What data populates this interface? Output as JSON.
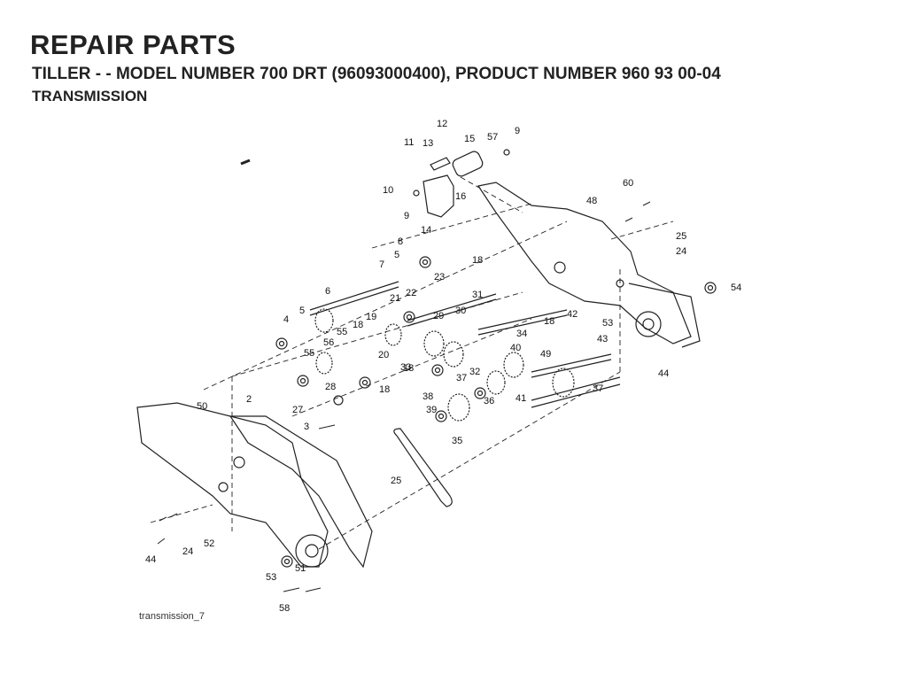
{
  "header": {
    "title": "REPAIR PARTS",
    "subtitle": "TILLER - - MODEL NUMBER 700 DRT (96093000400), PRODUCT NUMBER 960 93 00-04",
    "section": "TRANSMISSION"
  },
  "diagram": {
    "caption": "transmission_7",
    "part_labels": [
      "12",
      "11",
      "13",
      "15",
      "57",
      "9",
      "10",
      "16",
      "9",
      "14",
      "60",
      "48",
      "25",
      "24",
      "8",
      "5",
      "7",
      "18",
      "23",
      "6",
      "22",
      "21",
      "31",
      "5",
      "4",
      "55",
      "18",
      "19",
      "56",
      "29",
      "30",
      "18",
      "55",
      "20",
      "40",
      "34",
      "18",
      "42",
      "43",
      "53",
      "44",
      "54",
      "27",
      "28",
      "18",
      "33",
      "32",
      "37",
      "38",
      "39",
      "41",
      "49",
      "37",
      "36",
      "35",
      "3",
      "2",
      "50",
      "25",
      "24",
      "52",
      "44",
      "53",
      "51",
      "58"
    ]
  }
}
